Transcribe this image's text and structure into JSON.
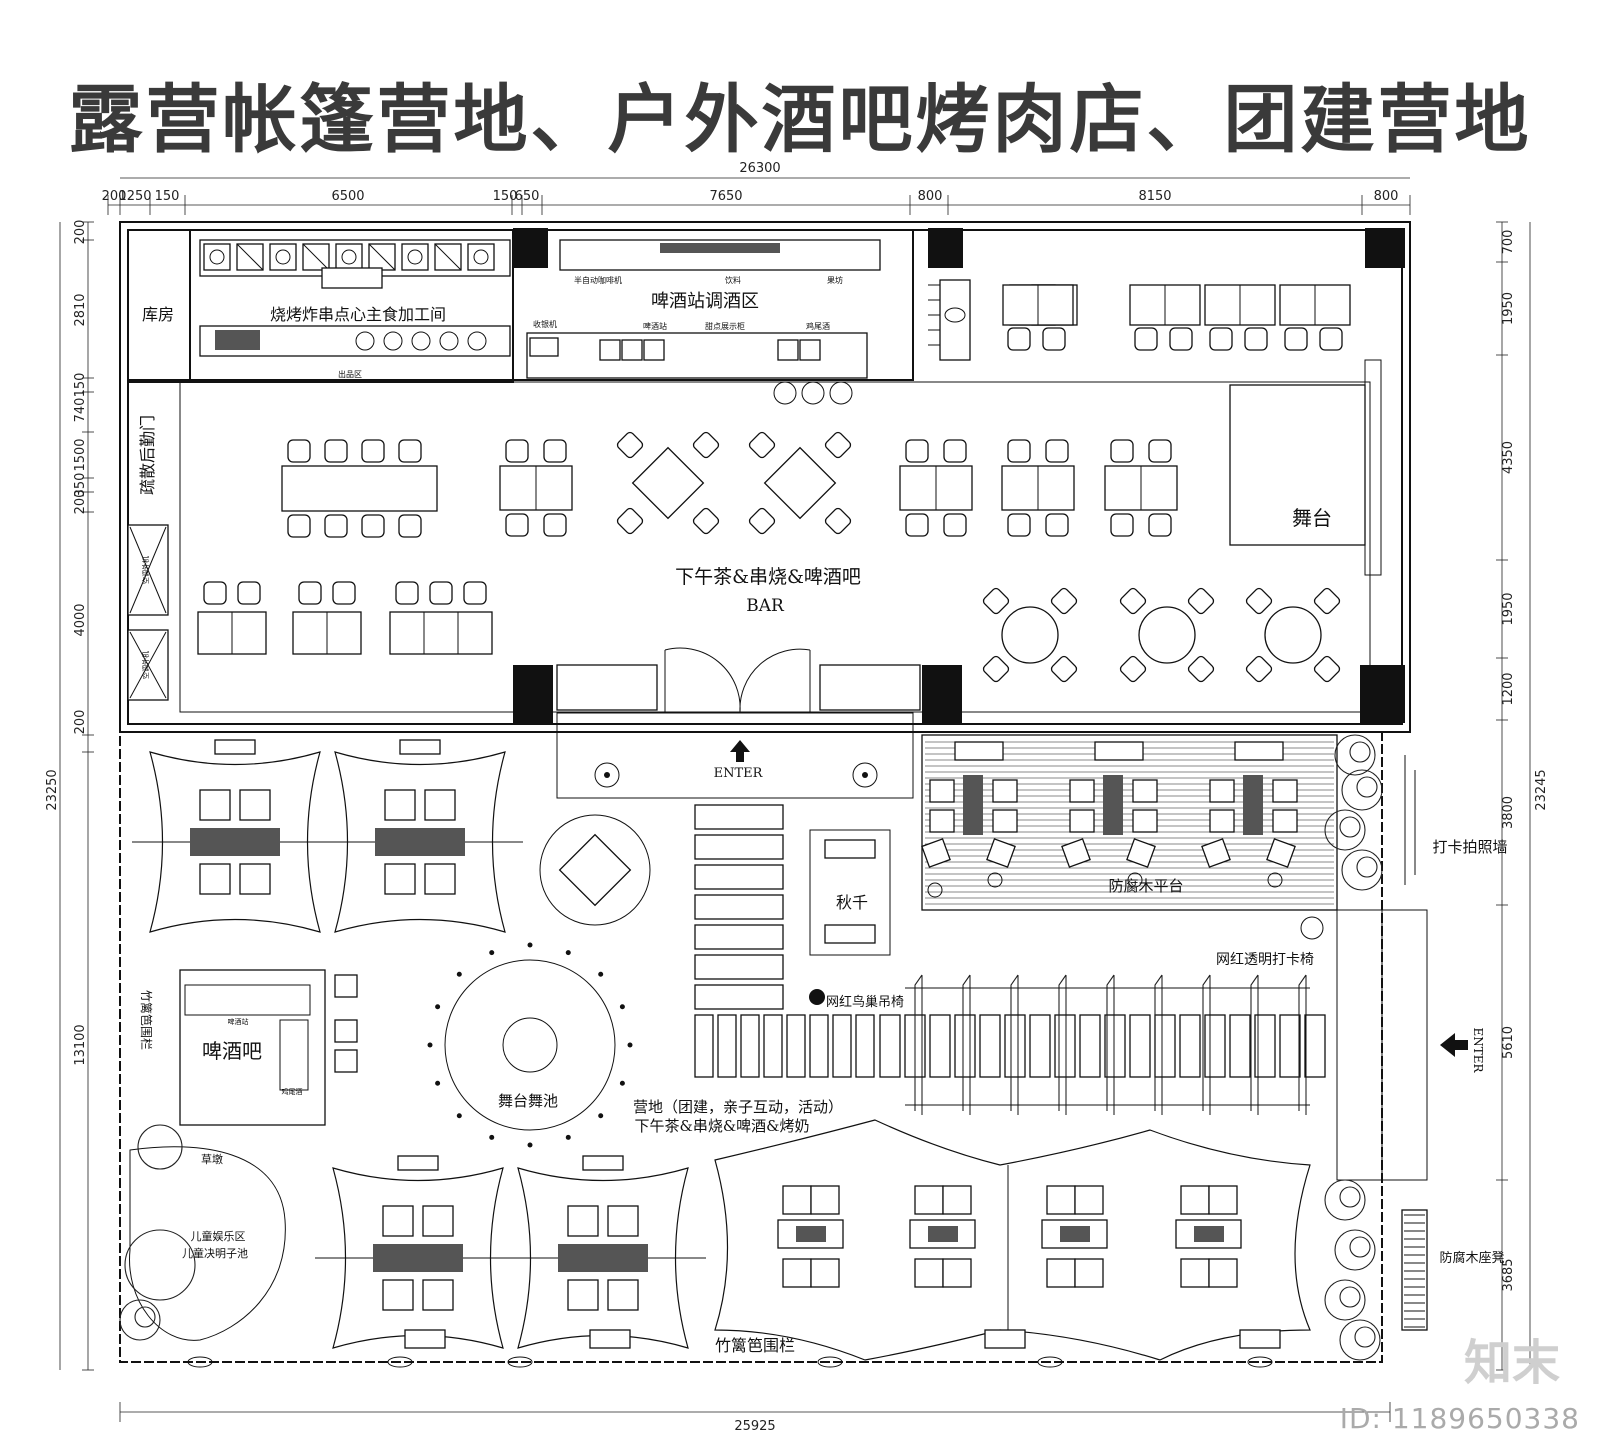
{
  "title": "露营帐篷营地、户外酒吧烤肉店、团建营地",
  "dimensions": {
    "top_total": "26300",
    "top_segments": [
      "200",
      "1250",
      "150",
      "6500",
      "150",
      "650",
      "7650",
      "800",
      "8150",
      "800"
    ],
    "bottom_total": "25925",
    "left_total": "23250",
    "left_segments": [
      "200",
      "2810",
      "150",
      "740",
      "1500",
      "350",
      "200",
      "4000",
      "200",
      "13100"
    ],
    "right_total": "23245",
    "right_segments": [
      "700",
      "1950",
      "4350",
      "1950",
      "1200",
      "3800",
      "5610",
      "3685"
    ]
  },
  "rooms": {
    "storage": "库房",
    "kitchen": "烧烤炸串点心主食加工间",
    "kitchen_pass": "出品区",
    "bar_station": "啤酒站调酒区",
    "bar_station_labels": [
      "半自动咖啡机",
      "饮料",
      "果坊",
      "收银机",
      "啤酒站",
      "甜点展示柜",
      "鸡尾酒"
    ],
    "back_door": "疏散后勤门",
    "aircon": "空调外机",
    "stage": "舞台",
    "main_hall": "下午茶&串烧&啤酒吧",
    "main_hall_en": "BAR",
    "enter": "ENTER",
    "deck": "防腐木平台",
    "photo_wall": "打卡拍照墙",
    "swing": "秋千",
    "transparent_chair": "网红透明打卡椅",
    "nest_chair": "网红鸟巢吊椅",
    "beer_bar": "啤酒吧",
    "beer_bar_labels": [
      "啤酒站",
      "鸡尾酒"
    ],
    "bamboo_left": "竹篱笆围栏",
    "stage_pit": "舞台舞池",
    "camp": "营地（团建，亲子互动，活动）",
    "camp_sub": "下午茶&串烧&啤酒&烤奶",
    "grass": "草墩",
    "kids_area": "儿童娱乐区",
    "kids_pool": "儿童决明子池",
    "bamboo_bottom": "竹篱笆围栏",
    "bench": "防腐木座凳",
    "enter_side": "ENTER"
  },
  "watermark": {
    "logo": "知末",
    "id": "ID: 1189650338"
  }
}
